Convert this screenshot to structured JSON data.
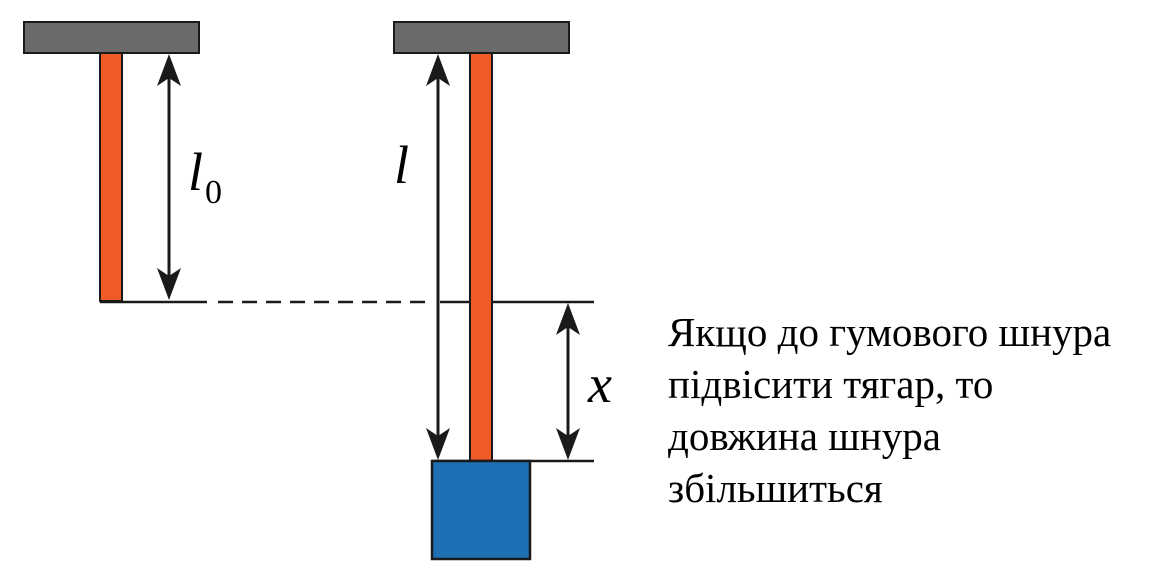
{
  "labels": {
    "l0_symbol": "l",
    "l0_subscript": "0",
    "l_symbol": "l",
    "x_symbol": "x"
  },
  "caption": {
    "lines": [
      "Якщо до гумового шнура",
      "підвісити тягар, то",
      "довжина шнура",
      "збільшиться"
    ]
  },
  "colors": {
    "support": "#6a6a6c",
    "cord": "#ee5b26",
    "weight": "#1f6fb5",
    "line": "#1a1a1a"
  }
}
